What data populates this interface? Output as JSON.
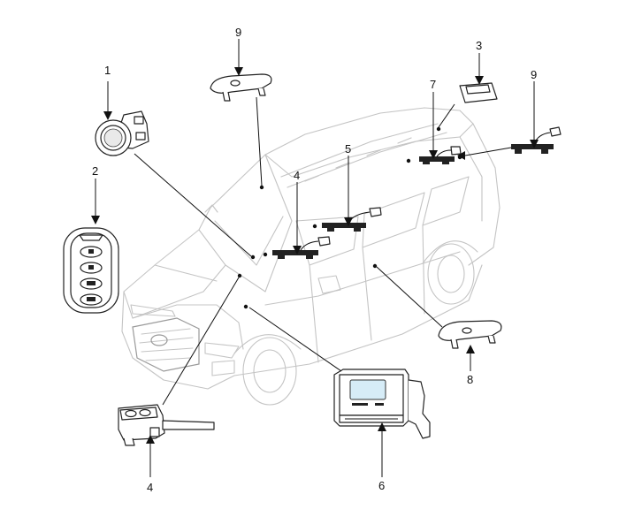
{
  "callouts": {
    "c1": "1",
    "c2": "2",
    "c3": "3",
    "c4_top": "4",
    "c4_bottom": "4",
    "c5": "5",
    "c6": "6",
    "c7": "7",
    "c8": "8",
    "c9_left": "9",
    "c9_right": "9"
  }
}
